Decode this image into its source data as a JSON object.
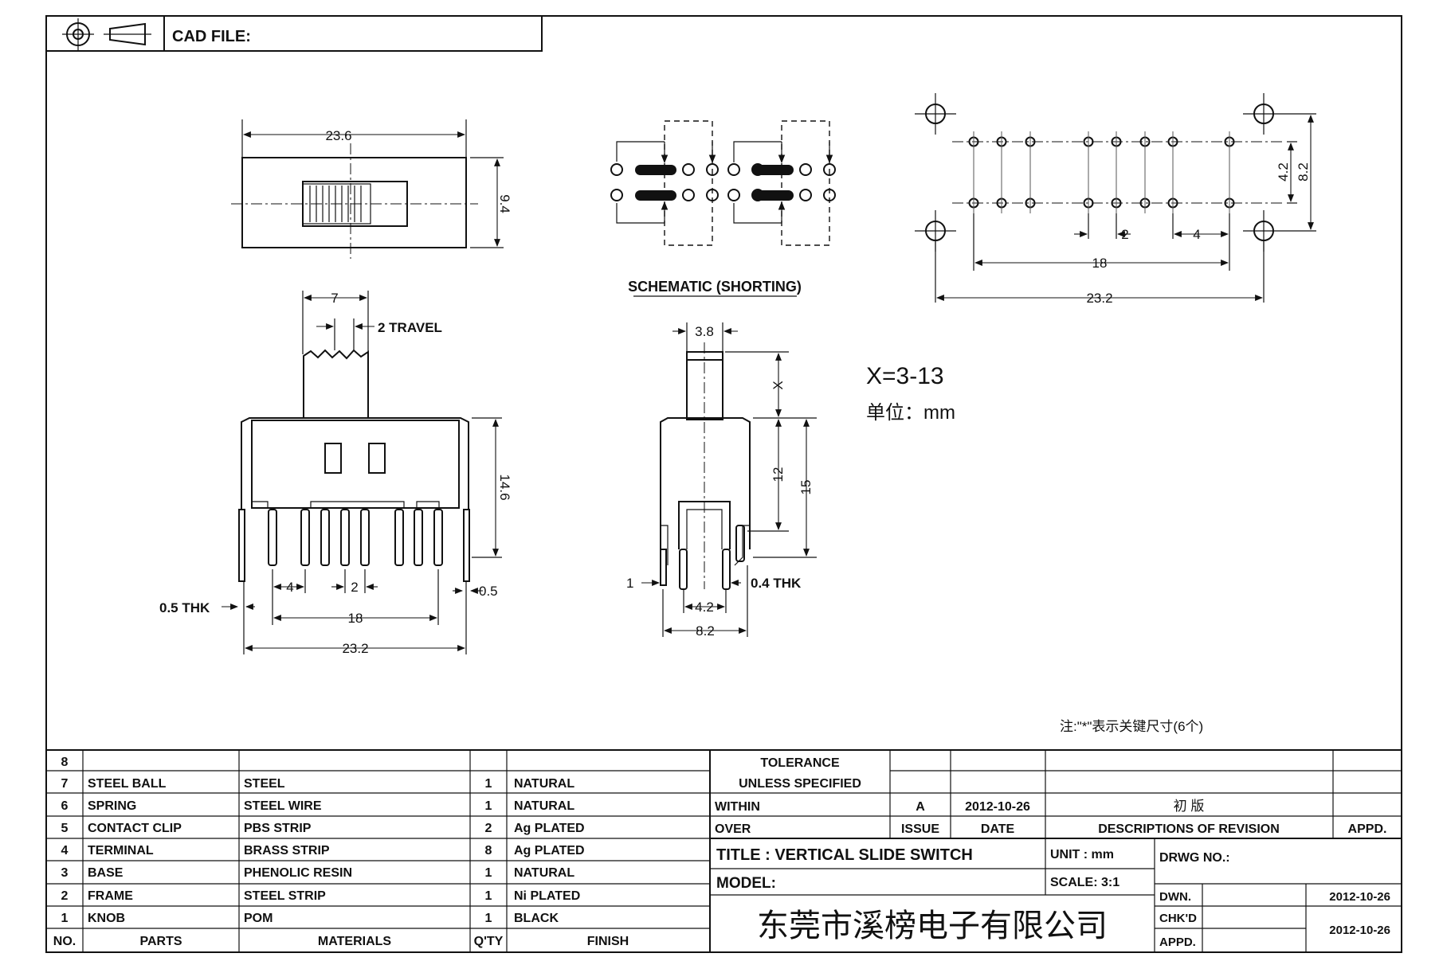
{
  "header": {
    "cad_file_label": "CAD FILE:"
  },
  "top_view": {
    "width": "23.6",
    "height": "9.4"
  },
  "schematic": {
    "title": "SCHEMATIC (SHORTING)"
  },
  "pcb_layout": {
    "row_pitch": "4.2",
    "outer_height": "8.2",
    "pitch_small": "2",
    "pitch_large": "4",
    "pin_span": "18",
    "mount_span": "23.2"
  },
  "front_view": {
    "actuator_width": "7",
    "travel": "2 TRAVEL",
    "body_height": "14.6",
    "pitch_4": "4",
    "pitch_2": "2",
    "pin_span": "18",
    "overall": "23.2",
    "thk_left": "0.5 THK",
    "right_tab": "0.5"
  },
  "side_view": {
    "actuator_width": "3.8",
    "x_dim": "X",
    "dim_12": "12",
    "dim_15": "15",
    "dim_1": "1",
    "thk": "0.4 THK",
    "row_pitch": "4.2",
    "width": "8.2"
  },
  "variant": {
    "formula": "X=3-13",
    "unit_label": "单位：mm"
  },
  "note": "注:\"*\"表示关键尺寸(6个)",
  "bom": {
    "rows": [
      {
        "no": "8",
        "part": "",
        "material": "",
        "qty": "",
        "finish": ""
      },
      {
        "no": "7",
        "part": "STEEL BALL",
        "material": "STEEL",
        "qty": "1",
        "finish": "NATURAL"
      },
      {
        "no": "6",
        "part": "SPRING",
        "material": "STEEL WIRE",
        "qty": "1",
        "finish": "NATURAL"
      },
      {
        "no": "5",
        "part": "CONTACT CLIP",
        "material": "PBS STRIP",
        "qty": "2",
        "finish": "Ag PLATED"
      },
      {
        "no": "4",
        "part": "TERMINAL",
        "material": "BRASS STRIP",
        "qty": "8",
        "finish": "Ag PLATED"
      },
      {
        "no": "3",
        "part": "BASE",
        "material": "PHENOLIC RESIN",
        "qty": "1",
        "finish": "NATURAL"
      },
      {
        "no": "2",
        "part": "FRAME",
        "material": "STEEL STRIP",
        "qty": "1",
        "finish": "Ni PLATED"
      },
      {
        "no": "1",
        "part": "KNOB",
        "material": "POM",
        "qty": "1",
        "finish": "BLACK"
      }
    ],
    "headers": {
      "no": "NO.",
      "parts": "PARTS",
      "materials": "MATERIALS",
      "qty": "Q'TY",
      "finish": "FINISH"
    }
  },
  "title_block": {
    "tolerance": "TOLERANCE",
    "unless_specified": "UNLESS  SPECIFIED",
    "within": "WITHIN",
    "over": "OVER",
    "rev_letter": "A",
    "rev_date": "2012-10-26",
    "rev_desc": "初  版",
    "issue": "ISSUE",
    "date": "DATE",
    "desc_of_revision": "DESCRIPTIONS OF REVISION",
    "appd": "APPD.",
    "title": "TITLE :  VERTICAL SLIDE SWITCH",
    "unit": "UNIT :  mm",
    "drwg_no": "DRWG NO.:",
    "model": "MODEL:",
    "scale": "SCALE:  3:1",
    "dwn": "DWN.",
    "dwn_date": "2012-10-26",
    "chkd": "CHK'D",
    "chkd_date": "2012-10-26",
    "appd2": "APPD.",
    "company": "东莞市溪榜电子有限公司"
  }
}
